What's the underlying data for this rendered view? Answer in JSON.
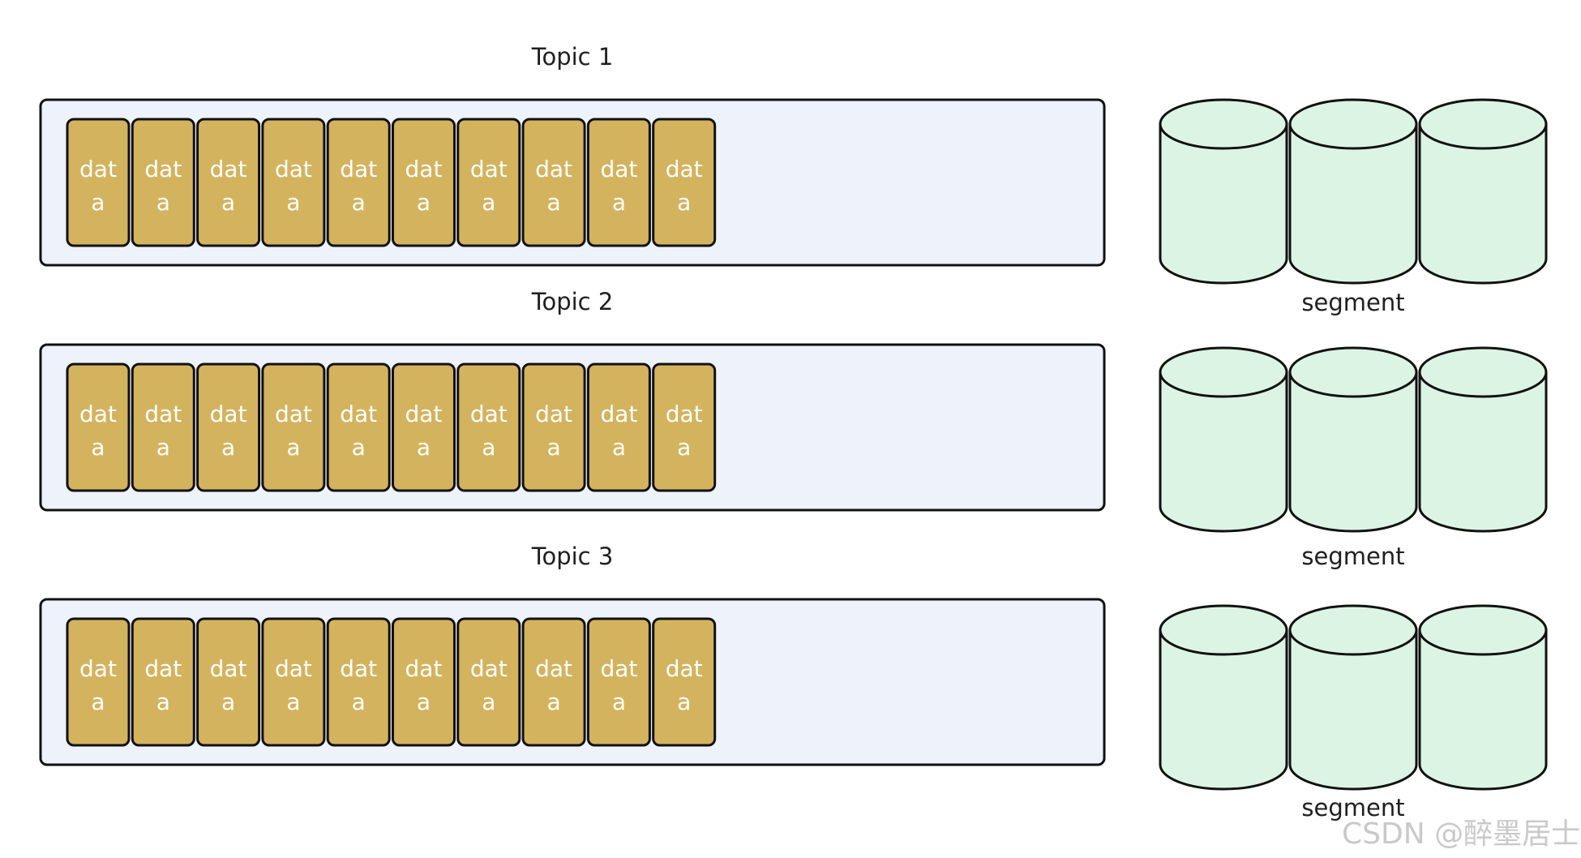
{
  "colors": {
    "topic_fill": "#eef2fb",
    "data_fill": "#d4b35e",
    "cylinder_fill": "#dcf4e4",
    "stroke": "#111111",
    "watermark": "#c9c9c9"
  },
  "topics": [
    {
      "title": "Topic 1",
      "blocks": [
        "data",
        "data",
        "data",
        "data",
        "data",
        "data",
        "data",
        "data",
        "data",
        "data"
      ],
      "segment_label": "segment",
      "segments": 3
    },
    {
      "title": "Topic 2",
      "blocks": [
        "data",
        "data",
        "data",
        "data",
        "data",
        "data",
        "data",
        "data",
        "data",
        "data"
      ],
      "segment_label": "segment",
      "segments": 3
    },
    {
      "title": "Topic 3",
      "blocks": [
        "data",
        "data",
        "data",
        "data",
        "data",
        "data",
        "data",
        "data",
        "data",
        "data"
      ],
      "segment_label": "segment",
      "segments": 3
    }
  ],
  "watermark": "CSDN @醉墨居士"
}
